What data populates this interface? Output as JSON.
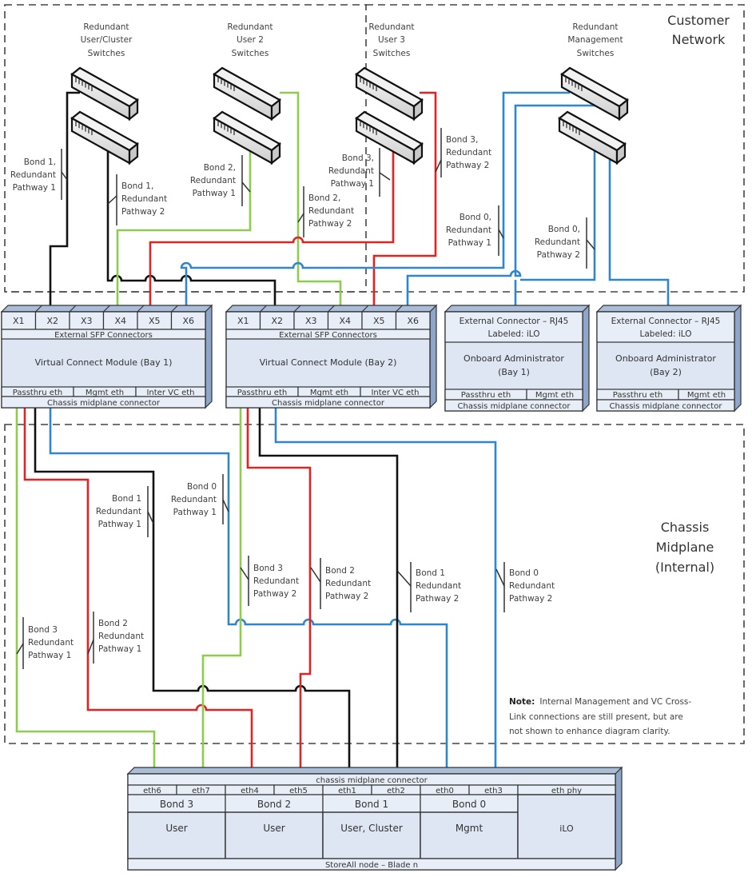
{
  "colors": {
    "bond0": "#2f86c8",
    "bond1": "#111111",
    "bond2": "#e02424",
    "bond3": "#8dcc4f",
    "box_face": "#dde6f2",
    "box_top": "#a9bcd8"
  },
  "regions": {
    "customer_network": [
      "Customer",
      "Network"
    ],
    "chassis_midplane": [
      "Chassis",
      "Midplane",
      "(Internal)"
    ]
  },
  "switch_groups": [
    {
      "label": [
        "Redundant",
        "User/Cluster",
        "Switches"
      ],
      "icon": "network-switch-icon"
    },
    {
      "label": [
        "Redundant",
        "User 2",
        "Switches"
      ],
      "icon": "network-switch-icon"
    },
    {
      "label": [
        "Redundant",
        "User 3",
        "Switches"
      ],
      "icon": "network-switch-icon"
    },
    {
      "label": [
        "Redundant",
        "Management",
        "Switches"
      ],
      "icon": "network-switch-icon"
    }
  ],
  "upper_pathways": [
    [
      "Bond 1,",
      "Redundant",
      "Pathway 1"
    ],
    [
      "Bond 1,",
      "Redundant",
      "Pathway 2"
    ],
    [
      "Bond 2,",
      "Redundant",
      "Pathway 1"
    ],
    [
      "Bond 2,",
      "Redundant",
      "Pathway 2"
    ],
    [
      "Bond 3,",
      "Redundant",
      "Pathway 1"
    ],
    [
      "Bond 3,",
      "Redundant",
      "Pathway 2"
    ],
    [
      "Bond 0,",
      "Redundant",
      "Pathway 1"
    ],
    [
      "Bond 0,",
      "Redundant",
      "Pathway 2"
    ]
  ],
  "vc_modules": [
    {
      "ports": [
        "X1",
        "X2",
        "X3",
        "X4",
        "X5",
        "X6"
      ],
      "ports_label": "External SFP Connectors",
      "title": "Virtual Connect Module (Bay 1)",
      "sub_ports": [
        "Passthru eth",
        "Mgmt eth",
        "Inter VC eth"
      ],
      "midplane": "Chassis midplane connector"
    },
    {
      "ports": [
        "X1",
        "X2",
        "X3",
        "X4",
        "X5",
        "X6"
      ],
      "ports_label": "External SFP Connectors",
      "title": "Virtual Connect Module (Bay 2)",
      "sub_ports": [
        "Passthru eth",
        "Mgmt eth",
        "Inter VC eth"
      ],
      "midplane": "Chassis midplane connector"
    }
  ],
  "oa_modules": [
    {
      "connector": [
        "External Connector – RJ45",
        "Labeled: iLO"
      ],
      "title": [
        "Onboard Administrator",
        "(Bay 1)"
      ],
      "sub_ports": [
        "Passthru eth",
        "Mgmt eth"
      ],
      "midplane": "Chassis midplane connector"
    },
    {
      "connector": [
        "External Connector – RJ45",
        "Labeled: iLO"
      ],
      "title": [
        "Onboard Administrator",
        "(Bay 2)"
      ],
      "sub_ports": [
        "Passthru eth",
        "Mgmt eth"
      ],
      "midplane": "Chassis midplane connector"
    }
  ],
  "lower_pathways": [
    [
      "Bond 1",
      "Redundant",
      "Pathway 1"
    ],
    [
      "Bond 0",
      "Redundant",
      "Pathway 1"
    ],
    [
      "Bond 3",
      "Redundant",
      "Pathway 2"
    ],
    [
      "Bond 2",
      "Redundant",
      "Pathway 2"
    ],
    [
      "Bond 1",
      "Redundant",
      "Pathway 2"
    ],
    [
      "Bond 0",
      "Redundant",
      "Pathway 2"
    ],
    [
      "Bond 3",
      "Redundant",
      "Pathway 1"
    ],
    [
      "Bond 2",
      "Redundant",
      "Pathway 1"
    ]
  ],
  "note": {
    "bold": "Note:",
    "lines": [
      "Internal Management and VC Cross-",
      "Link connections are still present, but are",
      "not shown to enhance diagram clarity."
    ]
  },
  "blade": {
    "midplane": "chassis midplane connector",
    "ports": [
      "eth6",
      "eth7",
      "eth4",
      "eth5",
      "eth1",
      "eth2",
      "eth0",
      "eth3",
      "eth phy"
    ],
    "bonds": [
      {
        "name": "Bond 3",
        "role": "User"
      },
      {
        "name": "Bond 2",
        "role": "User"
      },
      {
        "name": "Bond 1",
        "role": "User, Cluster"
      },
      {
        "name": "Bond 0",
        "role": "Mgmt"
      }
    ],
    "ilo": "iLO",
    "footer": "StoreAll node – Blade n"
  }
}
